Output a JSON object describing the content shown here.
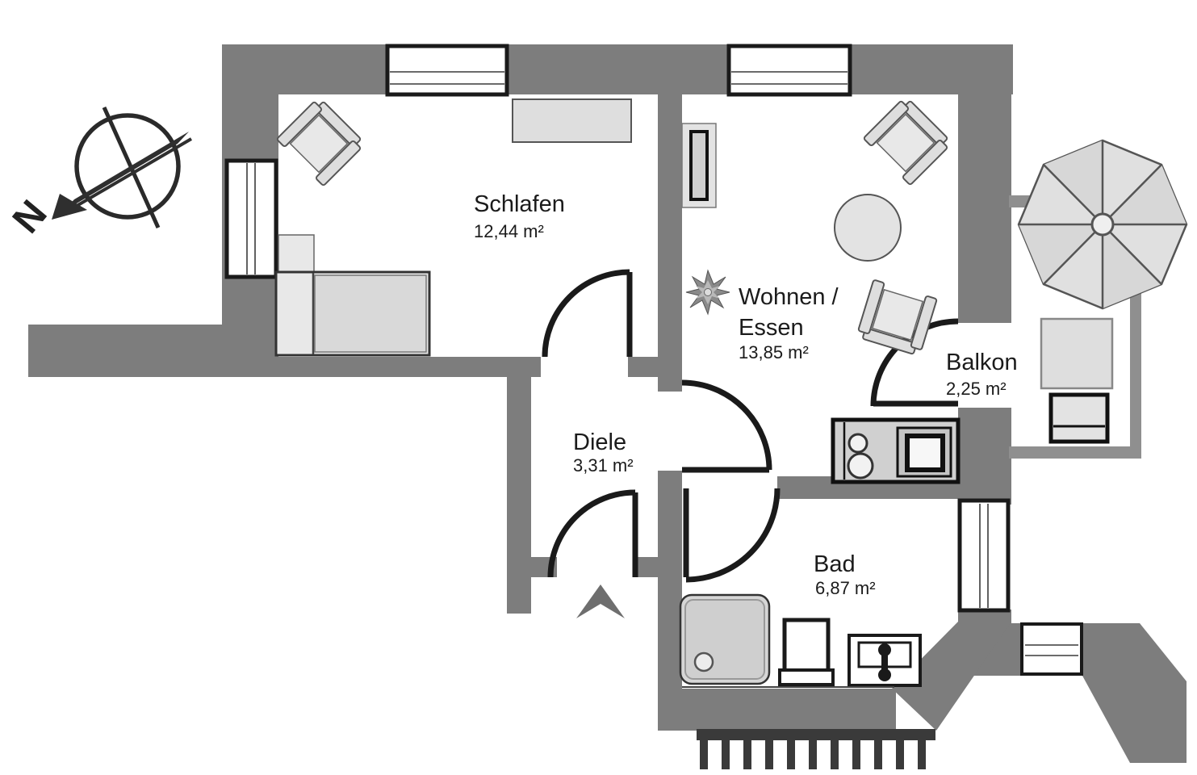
{
  "plan": {
    "compass": {
      "label": "N"
    },
    "rooms": {
      "schlafen": {
        "label": "Schlafen",
        "area": "12,44 m²"
      },
      "wohnen": {
        "label_line1": "Wohnen /",
        "label_line2": "Essen",
        "area": "13,85 m²"
      },
      "diele": {
        "label": "Diele",
        "area": "3,31 m²"
      },
      "bad": {
        "label": "Bad",
        "area": "6,87 m²"
      },
      "balkon": {
        "label": "Balkon",
        "area": "2,25 m²"
      }
    },
    "colors": {
      "wall": "#7d7d7d",
      "railing": "#8f8f8f",
      "floor": "#ffffff",
      "outline": "#1a1a1a",
      "furniture": "#dedede",
      "fence": "#3a3a3a",
      "entrance_arrow": "#6e6e6e"
    }
  }
}
